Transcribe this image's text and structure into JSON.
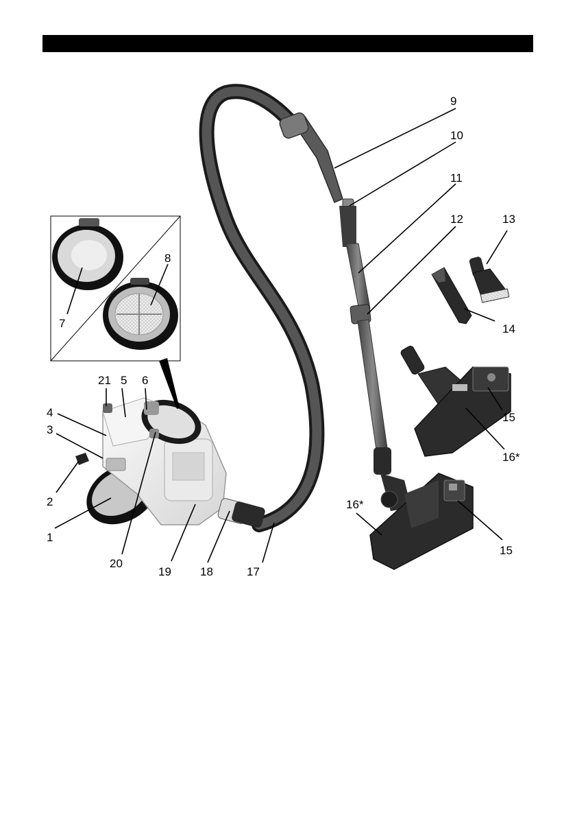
{
  "page": {
    "header_bar_color": "#000000"
  },
  "figure": {
    "description_icon": "vacuum-cleaner-parts-illustration",
    "callouts": {
      "c1": "1",
      "c2": "2",
      "c3": "3",
      "c4": "4",
      "c5": "5",
      "c6": "6",
      "c7": "7",
      "c8": "8",
      "c9": "9",
      "c10": "10",
      "c11": "11",
      "c12": "12",
      "c13": "13",
      "c14": "14",
      "c15a": "15",
      "c15b": "15",
      "c16a": "16*",
      "c16b": "16*",
      "c17": "17",
      "c18": "18",
      "c19": "19",
      "c20": "20",
      "c21": "21"
    }
  }
}
